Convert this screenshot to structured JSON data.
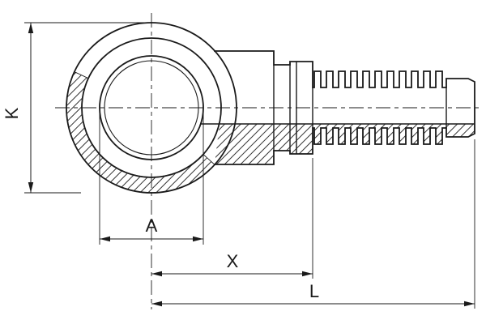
{
  "drawing": {
    "subject": "banjo-eye-fitting-with-hose-barb-section-view",
    "dimensions": {
      "k": "K",
      "a": "A",
      "x": "X",
      "l": "L"
    },
    "colors": {
      "line": "#1a1a1a",
      "background": "#ffffff"
    }
  }
}
